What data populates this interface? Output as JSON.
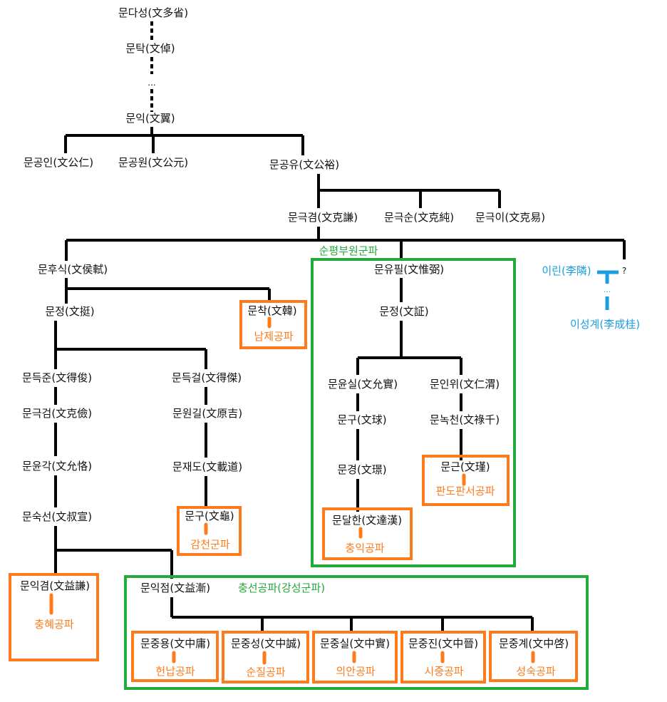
{
  "people": {
    "p1": "문다성(文多省)",
    "p2": "문탁(文倬)",
    "ellipsis": "...",
    "p3": "문익(文翼)",
    "p4": "문공인(文公仁)",
    "p5": "문공원(文公元)",
    "p6": "문공유(文公裕)",
    "p7": "문극겸(文克謙)",
    "p8": "문극순(文克純)",
    "p9": "문극이(文克易)",
    "p10": "문후식(文侯軾)",
    "p11": "문유필(文惟弼)",
    "p12": "이린(李隣)",
    "unknown": "?",
    "ellipsis2": "...",
    "p13": "이성계(李成桂)",
    "p14": "문정(文挺)",
    "p15": "문착(文韓)",
    "p16": "문정(文証)",
    "p17": "문득준(文得俊)",
    "p18": "문득걸(文得傑)",
    "p19": "문윤실(文允實)",
    "p20": "문인위(文仁渭)",
    "p21": "문극검(文克儉)",
    "p22": "문원길(文原吉)",
    "p23": "문구(文球)",
    "p24": "문녹천(文祿千)",
    "p25": "문윤각(文允恪)",
    "p26": "문재도(文載道)",
    "p27": "문경(文璟)",
    "p28": "문근(文瑾)",
    "p29": "문숙선(文叔宣)",
    "p30": "문구(文龜)",
    "p31": "문달한(文達漢)",
    "p32": "문익겸(文益謙)",
    "p33": "문익점(文益漸)",
    "p34": "문중용(文中庸)",
    "p35": "문중성(文中誠)",
    "p36": "문중실(文中實)",
    "p37": "문중진(文中晉)",
    "p38": "문중계(文中啓)"
  },
  "branches": {
    "b1": "남제공파",
    "b2": "판도판서공파",
    "b3": "감천군파",
    "b4": "충익공파",
    "b5": "충혜공파",
    "b6": "헌납공파",
    "b7": "순질공파",
    "b8": "의안공파",
    "b9": "시중공파",
    "b10": "성숙공파"
  },
  "groups": {
    "g1": "순평부원군파",
    "g2": "충선공파(강성군파)"
  },
  "colors": {
    "line": "#000000",
    "orange": "#ff7a1a",
    "green": "#22aa3a",
    "blue": "#1a9ee0"
  }
}
